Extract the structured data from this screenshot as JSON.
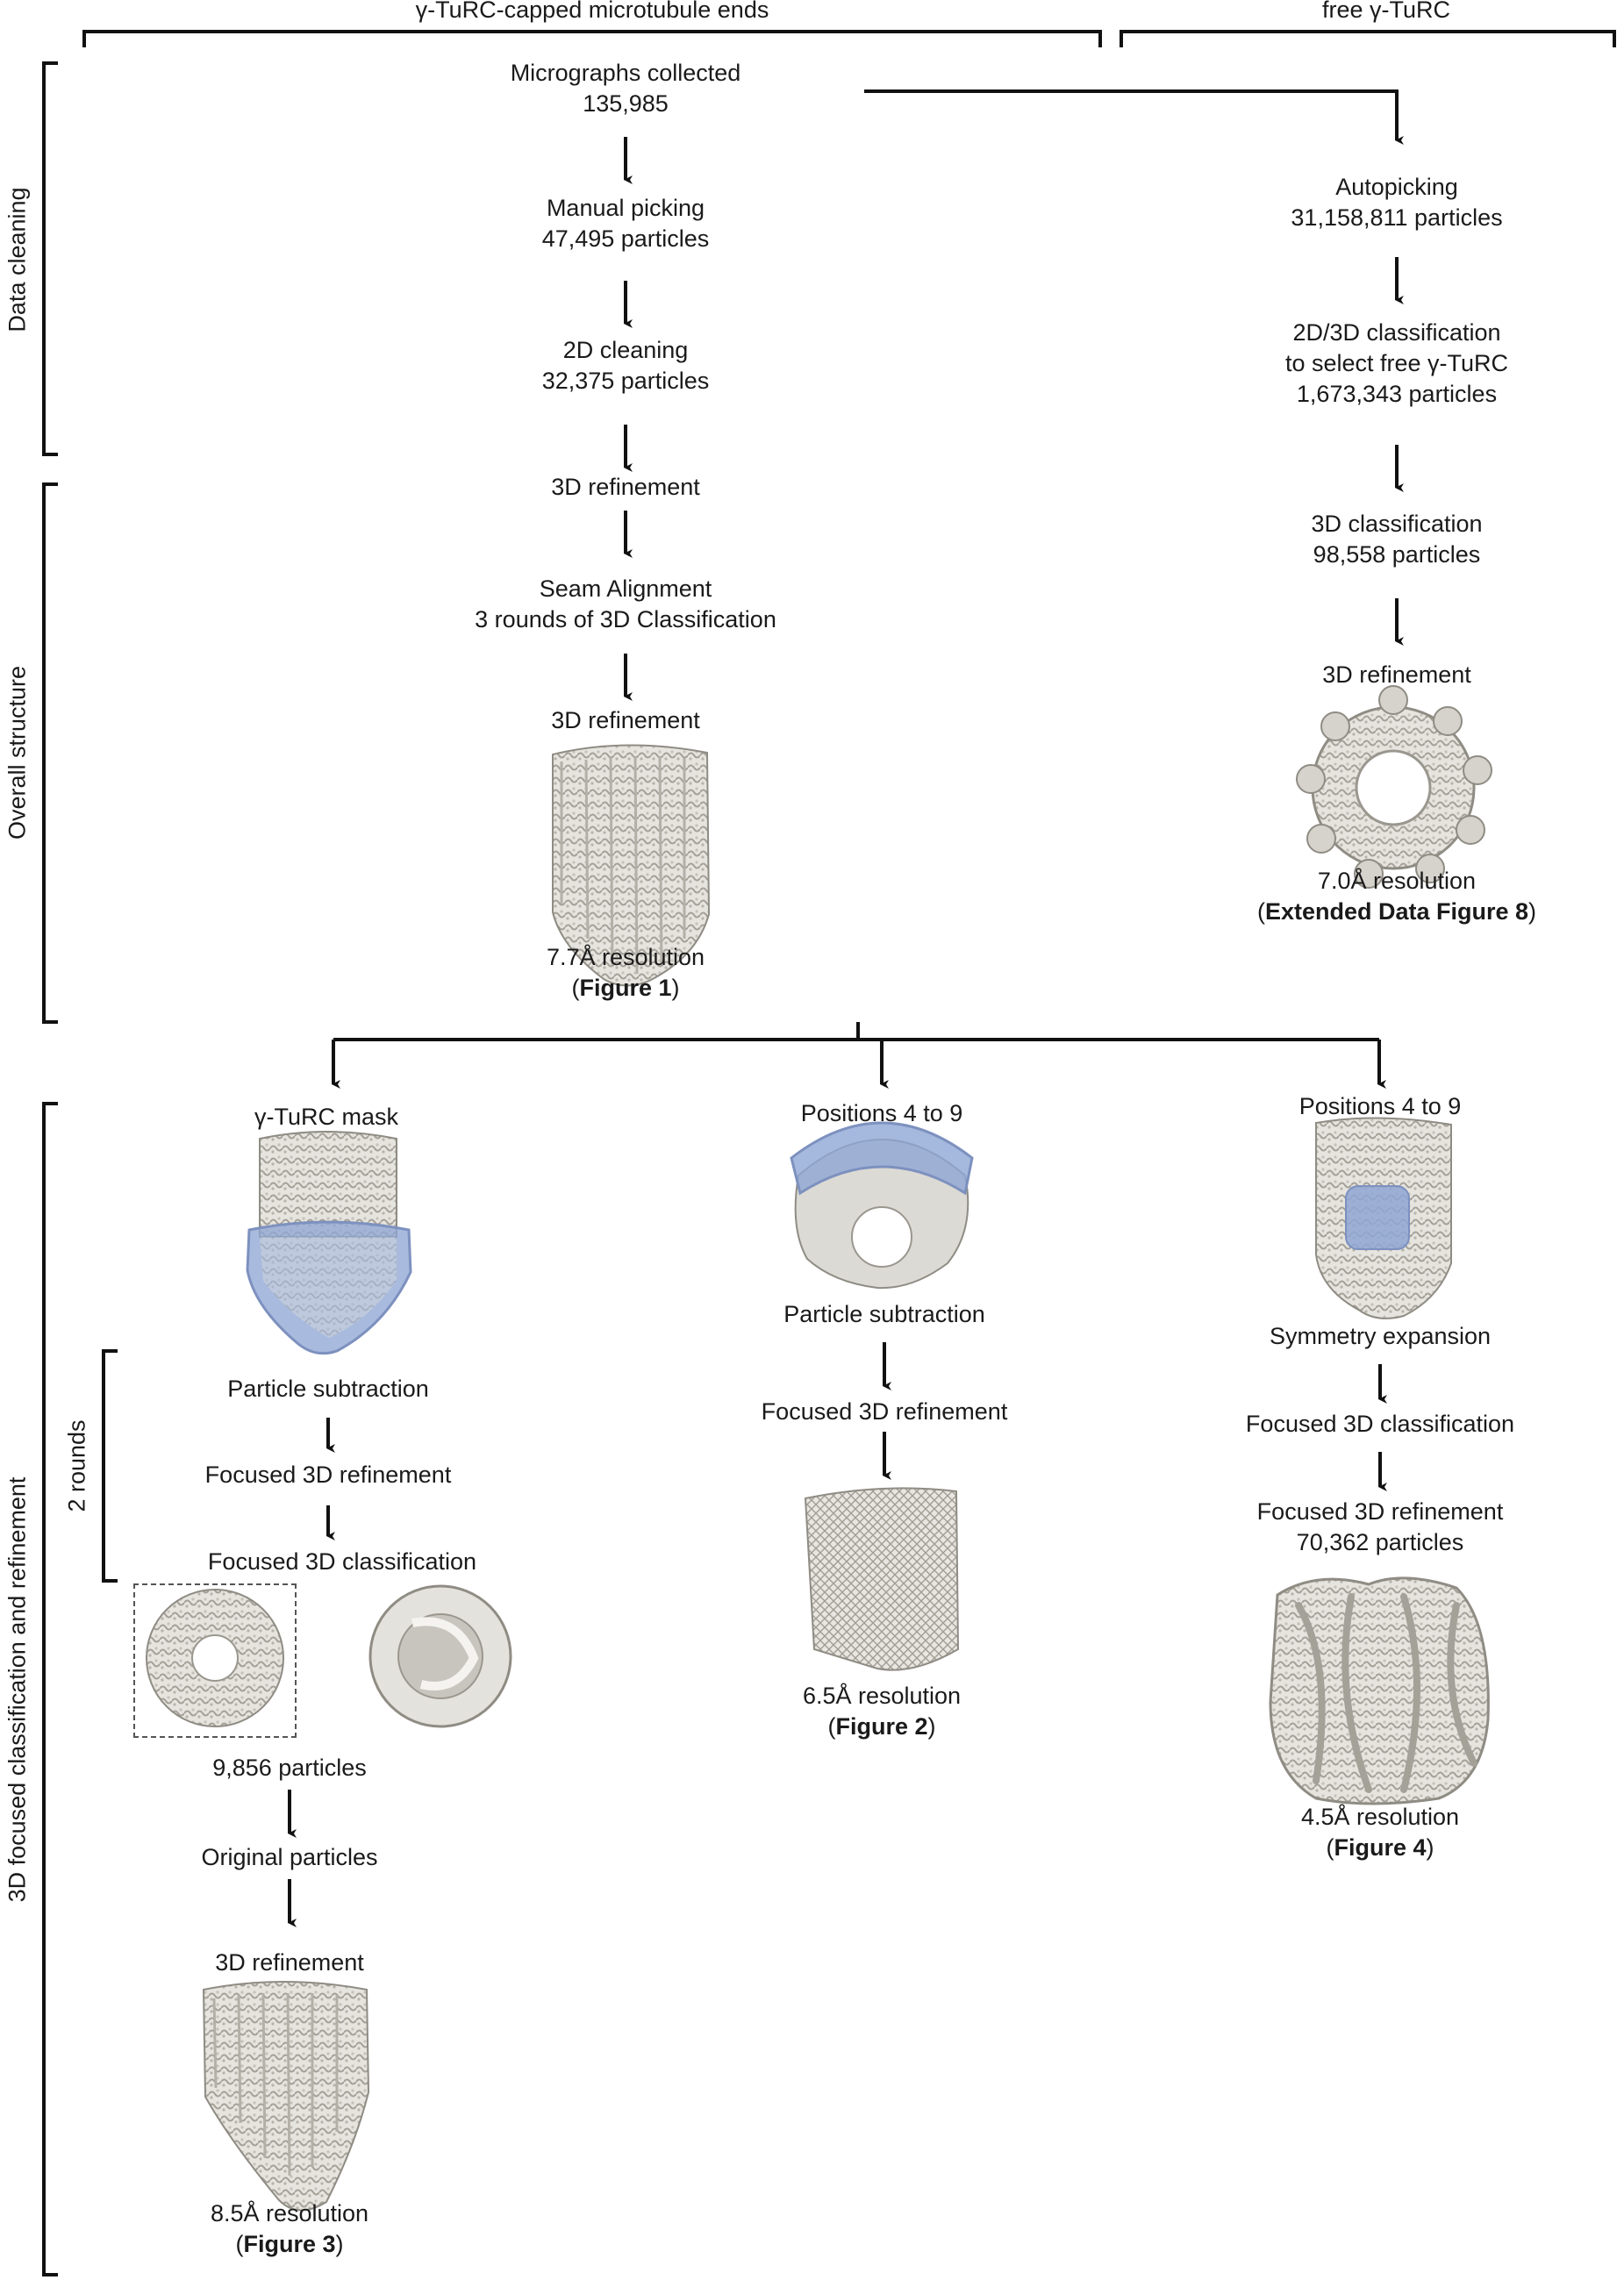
{
  "headers": {
    "capped": "γ-TuRC-capped microtubule ends",
    "free": "free γ-TuRC"
  },
  "sections": {
    "data_cleaning": "Data cleaning",
    "overall_structure": "Overall structure",
    "focused": "3D focused classification and refinement",
    "two_rounds": "2 rounds"
  },
  "left": {
    "micrographs": "Micrographs collected",
    "micrographs_count": "135,985",
    "manual": "Manual picking",
    "manual_count": "47,495 particles",
    "cleaning2d": "2D cleaning",
    "cleaning2d_count": "32,375 particles",
    "refine1": "3D refinement",
    "seam": "Seam Alignment",
    "seam_detail": "3 rounds of 3D Classification",
    "refine2": "3D refinement",
    "res": "7.7Å resolution",
    "fig_open": "(",
    "fig": "Figure 1",
    "fig_close": ")"
  },
  "right": {
    "autopicking": "Autopicking",
    "autopicking_count": "31,158,811 particles",
    "class2d3d": "2D/3D classification",
    "class2d3d_detail": "to select free γ-TuRC",
    "class2d3d_count": "1,673,343 particles",
    "class3d": "3D classification",
    "class3d_count": "98,558 particles",
    "refine": "3D refinement",
    "res": "7.0Å resolution",
    "fig_open": "(",
    "fig": "Extended Data Figure 8",
    "fig_close": ")"
  },
  "branch_a": {
    "mask": "γ-TuRC mask",
    "subtraction": "Particle subtraction",
    "focused_refine": "Focused 3D refinement",
    "focused_class": "Focused 3D classification",
    "count": "9,856 particles",
    "original": "Original particles",
    "refine": "3D refinement",
    "res": "8.5Å resolution",
    "fig_open": "(",
    "fig": "Figure 3",
    "fig_close": ")"
  },
  "branch_b": {
    "positions": "Positions 4 to 9",
    "subtraction": "Particle subtraction",
    "focused_refine": "Focused 3D refinement",
    "res": "6.5Å resolution",
    "fig_open": "(",
    "fig": "Figure 2",
    "fig_close": ")"
  },
  "branch_c": {
    "positions": "Positions 4 to 9",
    "symmetry": "Symmetry expansion",
    "focused_class": "Focused 3D classification",
    "focused_refine": "Focused 3D refinement",
    "count": "70,362 particles",
    "res": "4.5Å resolution",
    "fig_open": "(",
    "fig": "Figure 4",
    "fig_close": ")"
  },
  "colors": {
    "density": "#e4e2dc",
    "density_dark": "#9b9890",
    "mask_blue": "#8fa6d4",
    "line": "#111111"
  }
}
